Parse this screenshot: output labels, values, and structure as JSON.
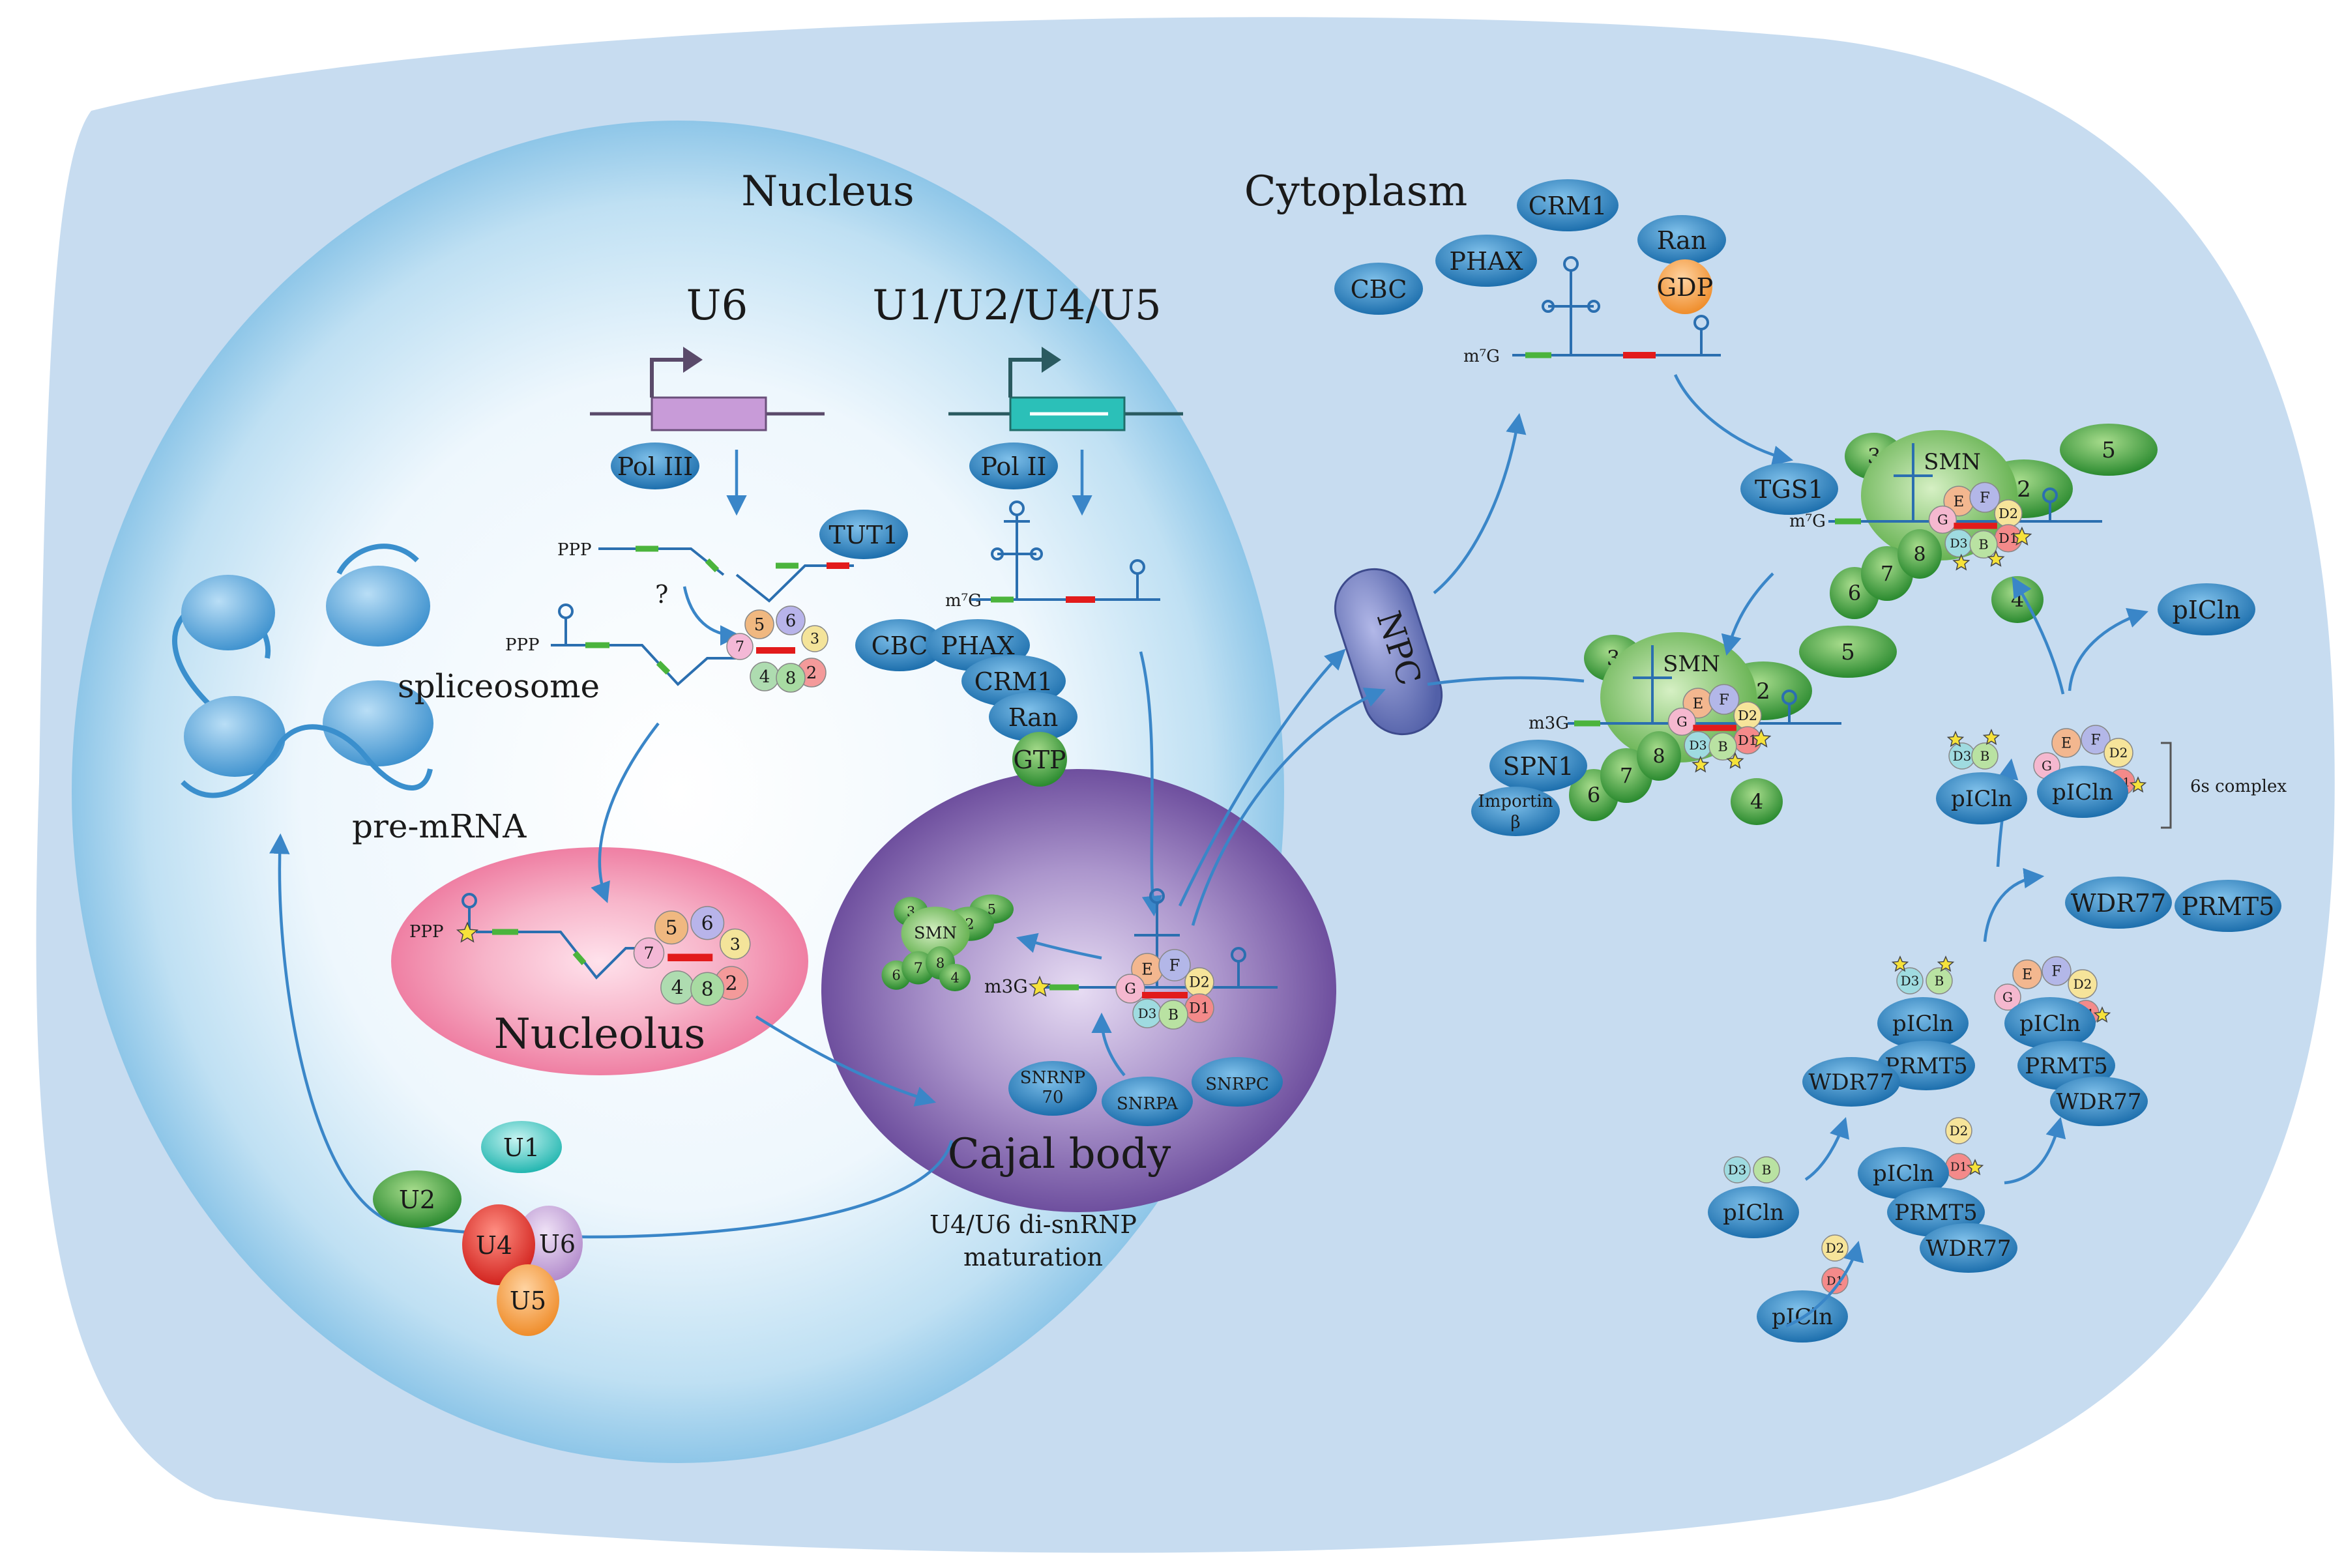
{
  "headings": {
    "nucleus": "Nucleus",
    "cytoplasm": "Cytoplasm",
    "u6": "U6",
    "u1245": "U1/U2/U4/U5",
    "nucleolus": "Nucleolus",
    "cajal": "Cajal body",
    "npc": "NPC",
    "spliceosome": "spliceosome",
    "premrna": "pre-mRNA",
    "maturation1": "U4/U6 di-snRNP",
    "maturation2": "maturation",
    "sixs": "6s complex",
    "question": "?"
  },
  "rna_marks": {
    "ppp": "PPP",
    "m7g": "m⁷G",
    "m3g": "m3G"
  },
  "proteins": {
    "pol3": "Pol III",
    "pol2": "Pol II",
    "tut1": "TUT1",
    "cbc": "CBC",
    "phax": "PHAX",
    "crm1": "CRM1",
    "ran": "Ran",
    "gtp": "GTP",
    "gdp": "GDP",
    "tgs1": "TGS1",
    "spn1": "SPN1",
    "importin1": "Importin",
    "importin2": "β",
    "smn": "SMN",
    "picln": "pICln",
    "wdr77": "WDR77",
    "prmt5": "PRMT5",
    "snrnp70a": "SNRNP",
    "snrnp70b": "70",
    "snrpa": "SNRPA",
    "snrpc": "SNRPC"
  },
  "subunits": {
    "E": "E",
    "F": "F",
    "G": "G",
    "B": "B",
    "D1": "D1",
    "D2": "D2",
    "D3": "D3",
    "n2": "2",
    "n3": "3",
    "n4": "4",
    "n5": "5",
    "n6": "6",
    "n7": "7",
    "n8": "8"
  },
  "snrnps": {
    "u1": "U1",
    "u2": "U2",
    "u4": "U4",
    "u5": "U5",
    "u6": "U6"
  },
  "colors": {
    "cell": "#c5dbef",
    "nucleus_edge": "#a6cde9",
    "nucleolus": "#f4a3bd",
    "cajal": "#7d63ad",
    "protein_blue": "#2f86c6",
    "green": "#3c9a3c",
    "red_mark": "#e21b1b",
    "green_mark": "#4bb43c",
    "star": "#f6e23a"
  }
}
